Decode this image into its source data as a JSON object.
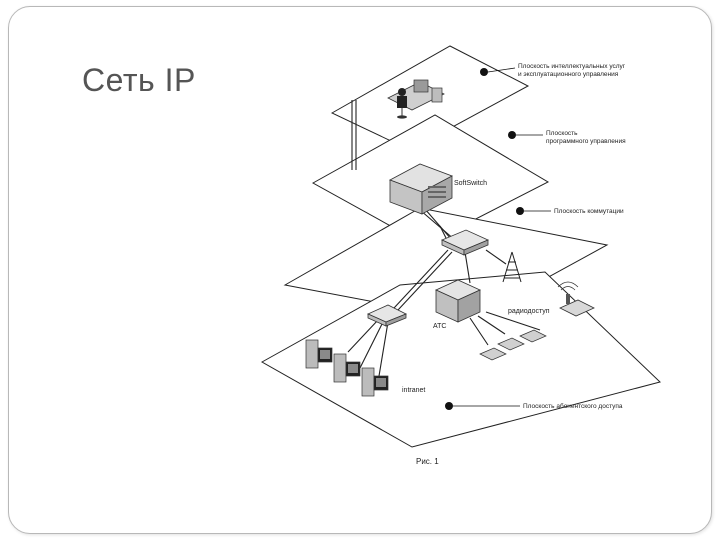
{
  "slide": {
    "title": "Сеть IP"
  },
  "planes": [
    {
      "line1": "Плоскость интеллектуальных услуг",
      "line2": "и эксплуатационного управления"
    },
    {
      "line1": "Плоскость",
      "line2": "программного управления"
    },
    {
      "line1": "Плоскость коммутации",
      "line2": ""
    },
    {
      "line1": "Плоскость абонентского доступа",
      "line2": ""
    }
  ],
  "devices": {
    "softswitch": "SoftSwitch",
    "ats": "АТС",
    "radio": "радиодоступ",
    "intranet": "intranet"
  },
  "figure_caption": "Рис. 1"
}
